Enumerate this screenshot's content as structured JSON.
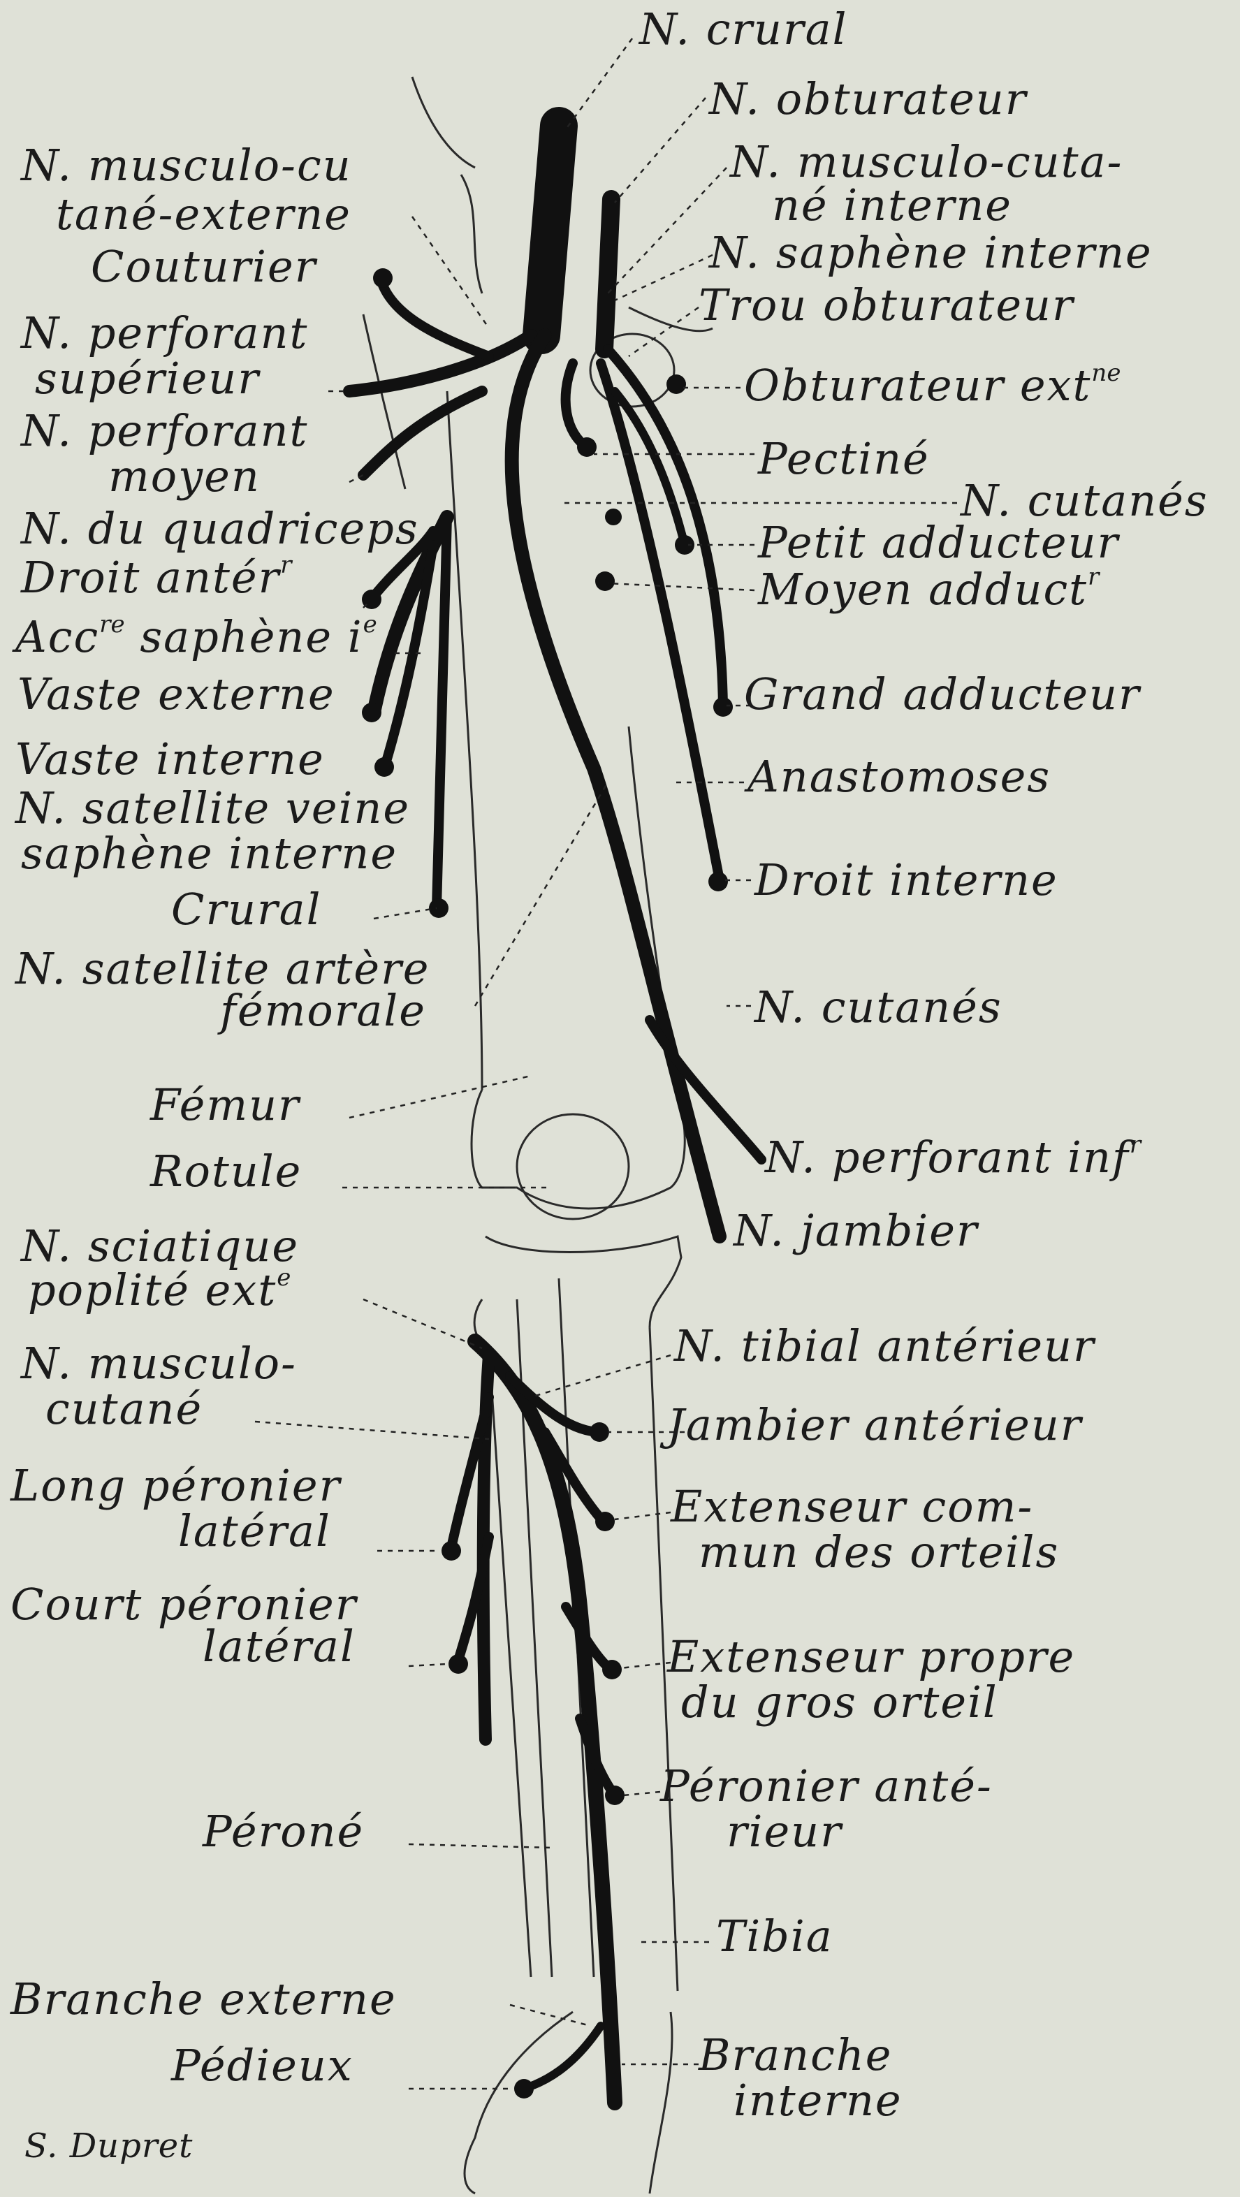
{
  "signature": "S. Dupret",
  "labels": {
    "n_crural": "N. crural",
    "n_obturateur": "N. obturateur",
    "n_musculo_cutane_interne_1": "N. musculo-cuta-",
    "n_musculo_cutane_interne_2": "né interne",
    "n_saphene_interne": "N. saphène interne",
    "trou_obturateur": "Trou obturateur",
    "obturateur_ext": "Obturateur ext",
    "obturateur_ext_sup": "ne",
    "pectine": "Pectiné",
    "n_cutanes_upper": "N. cutanés",
    "petit_adducteur": "Petit adducteur",
    "moyen_adduct": "Moyen adduct",
    "moyen_adduct_sup": "r",
    "grand_adducteur": "Grand adducteur",
    "anastomoses": "Anastomoses",
    "droit_interne": "Droit interne",
    "n_cutanes_lower": "N. cutanés",
    "n_perforant_inf": "N. perforant inf",
    "n_perforant_inf_sup": "r",
    "n_jambier": "N. jambier",
    "n_tibial_anterieur": "N. tibial antérieur",
    "jambier_anterieur": "Jambier antérieur",
    "extenseur_commun_1": "Extenseur com-",
    "extenseur_commun_2": "mun des orteils",
    "extenseur_propre_1": "Extenseur propre",
    "extenseur_propre_2": "du gros orteil",
    "peronier_anterieur_1": "Péronier anté-",
    "peronier_anterieur_2": "rieur",
    "tibia": "Tibia",
    "branche_interne_1": "Branche",
    "branche_interne_2": "interne",
    "n_musculo_cutane_externe_1": "N. musculo-cu",
    "n_musculo_cutane_externe_2": "tané-externe",
    "couturier": "Couturier",
    "n_perforant_superieur_1": "N. perforant",
    "n_perforant_superieur_2": "supérieur",
    "n_perforant_moyen_1": "N. perforant",
    "n_perforant_moyen_2": "moyen",
    "n_du_quadriceps": "N. du quadriceps",
    "droit_anter": "Droit antér",
    "droit_anter_sup": "r",
    "acc_saphene": "Acc",
    "acc_saphene_sup1": "re",
    "acc_saphene_mid": "saphène i",
    "acc_saphene_sup2": "e",
    "vaste_externe": "Vaste externe",
    "vaste_interne": "Vaste interne",
    "n_satellite_veine_1": "N. satellite veine",
    "n_satellite_veine_2": "saphène interne",
    "crural": "Crural",
    "n_satellite_artere_1": "N. satellite artère",
    "n_satellite_artere_2": "fémorale",
    "femur": "Fémur",
    "rotule": "Rotule",
    "n_sciatique_1": "N. sciatique",
    "n_sciatique_2": "poplité ext",
    "n_sciatique_sup": "e",
    "n_musculo_cutane_1": "N. musculo-",
    "n_musculo_cutane_2": "cutané",
    "long_peronier_1": "Long péronier",
    "long_peronier_2": "latéral",
    "court_peronier_1": "Court péronier",
    "court_peronier_2": "latéral",
    "perone": "Péroné",
    "branche_externe": "Branche externe",
    "pedieux": "Pédieux"
  },
  "colors": {
    "paper": "#dfe1d7",
    "ink": "#1b1b1b"
  }
}
